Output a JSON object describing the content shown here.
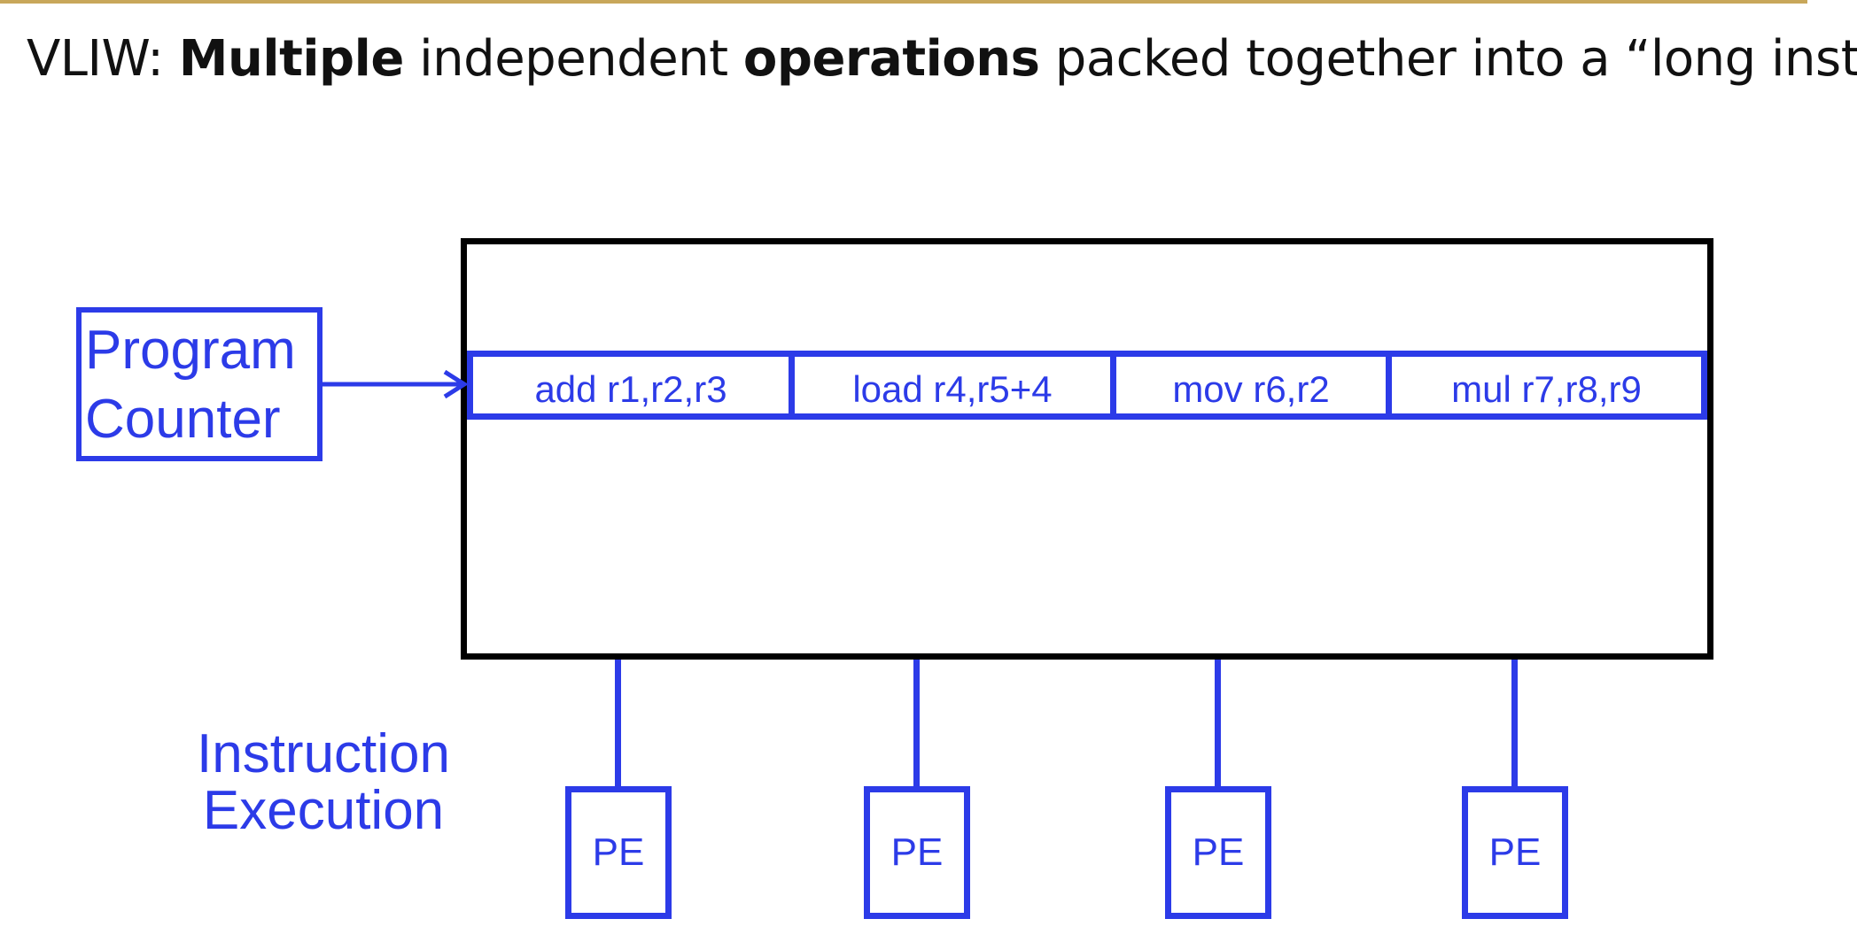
{
  "heading": {
    "prefix": "VLIW: ",
    "bold1": "Multiple",
    "middle": " independent ",
    "bold2": "operations",
    "suffix": " packed together into a “long inst.”"
  },
  "program_counter": {
    "line1": "Program",
    "line2": "Counter"
  },
  "instruction_word": {
    "operations": [
      "add r1,r2,r3",
      "load r4,r5+4",
      "mov r6,r2",
      "mul r7,r8,r9"
    ]
  },
  "execution": {
    "label_line1": "Instruction",
    "label_line2": "Execution",
    "units": [
      "PE",
      "PE",
      "PE",
      "PE"
    ]
  },
  "colors": {
    "accent_blue": "#2c3be8",
    "outline_black": "#000000",
    "top_rule": "#c8a75a"
  }
}
